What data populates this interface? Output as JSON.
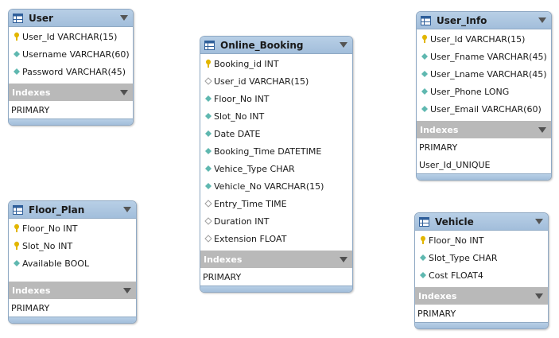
{
  "tables": {
    "user": {
      "name": "User",
      "columns": [
        "User_Id VARCHAR(15)",
        "Username VARCHAR(60)",
        "Password VARCHAR(45)"
      ],
      "indexes_title": "Indexes",
      "indexes": [
        "PRIMARY"
      ]
    },
    "online_booking": {
      "name": "Online_Booking",
      "columns": [
        "Booking_id INT",
        "User_id VARCHAR(15)",
        "Floor_No INT",
        "Slot_No INT",
        "Date DATE",
        "Booking_Time DATETIME",
        "Vehice_Type CHAR",
        "Vehicle_No VARCHAR(15)",
        "Entry_Time TIME",
        "Duration INT",
        "Extension FLOAT"
      ],
      "indexes_title": "Indexes",
      "indexes": [
        "PRIMARY"
      ]
    },
    "user_info": {
      "name": "User_Info",
      "columns": [
        "User_Id VARCHAR(15)",
        "User_Fname VARCHAR(45)",
        "User_Lname VARCHAR(45)",
        "User_Phone LONG",
        "User_Email VARCHAR(60)"
      ],
      "indexes_title": "Indexes",
      "indexes": [
        "PRIMARY",
        "User_Id_UNIQUE"
      ]
    },
    "floor_plan": {
      "name": "Floor_Plan",
      "columns": [
        "Floor_No INT",
        "Slot_No INT",
        "Available BOOL"
      ],
      "indexes_title": "Indexes",
      "indexes": [
        "PRIMARY"
      ]
    },
    "vehicle": {
      "name": "Vehicle",
      "columns": [
        "Floor_No INT",
        "Slot_Type CHAR",
        "Cost FLOAT4"
      ],
      "indexes_title": "Indexes",
      "indexes": [
        "PRIMARY"
      ]
    }
  },
  "colors": {
    "header": "#a2bedb",
    "border": "#8fa9c4",
    "indexes_band": "#b9b9b9",
    "key_icon": "#e2b600",
    "attr_icon_filled": "#5fb8b0",
    "attr_icon_outline": "#a0a0a0"
  }
}
